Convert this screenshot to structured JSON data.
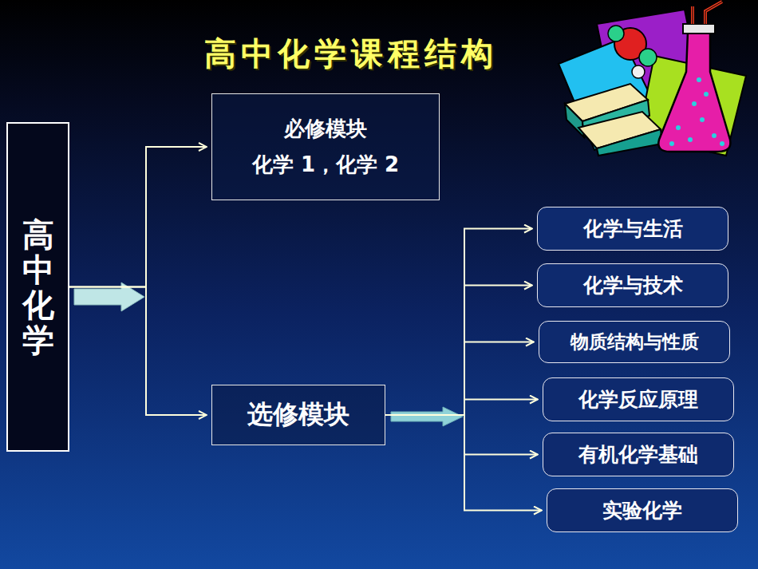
{
  "diagram": {
    "title": "高中化学课程结构",
    "nodes": [
      {
        "text": [
          "高中化学"
        ]
      },
      {
        "text": [
          "必修模块",
          "化学 1，化学 2"
        ]
      },
      {
        "text": [
          "选修模块"
        ]
      },
      {
        "text": [
          "化学与生活"
        ]
      },
      {
        "text": [
          "化学与技术"
        ]
      },
      {
        "text": [
          "物质结构与性质"
        ]
      },
      {
        "text": [
          "化学反应原理"
        ]
      },
      {
        "text": [
          "有机化学基础"
        ]
      },
      {
        "text": [
          "实验化学"
        ]
      }
    ],
    "edges": [
      {
        "from": 0,
        "to": 1,
        "arrow": "to"
      },
      {
        "from": 0,
        "to": 2,
        "arrow": "to"
      },
      {
        "from": 2,
        "to": 3,
        "arrow": "to"
      },
      {
        "from": 2,
        "to": 4,
        "arrow": "to"
      },
      {
        "from": 2,
        "to": 5,
        "arrow": "to"
      },
      {
        "from": 2,
        "to": 6,
        "arrow": "to"
      },
      {
        "from": 2,
        "to": 7,
        "arrow": "to"
      },
      {
        "from": 2,
        "to": 8,
        "arrow": "to"
      }
    ]
  }
}
